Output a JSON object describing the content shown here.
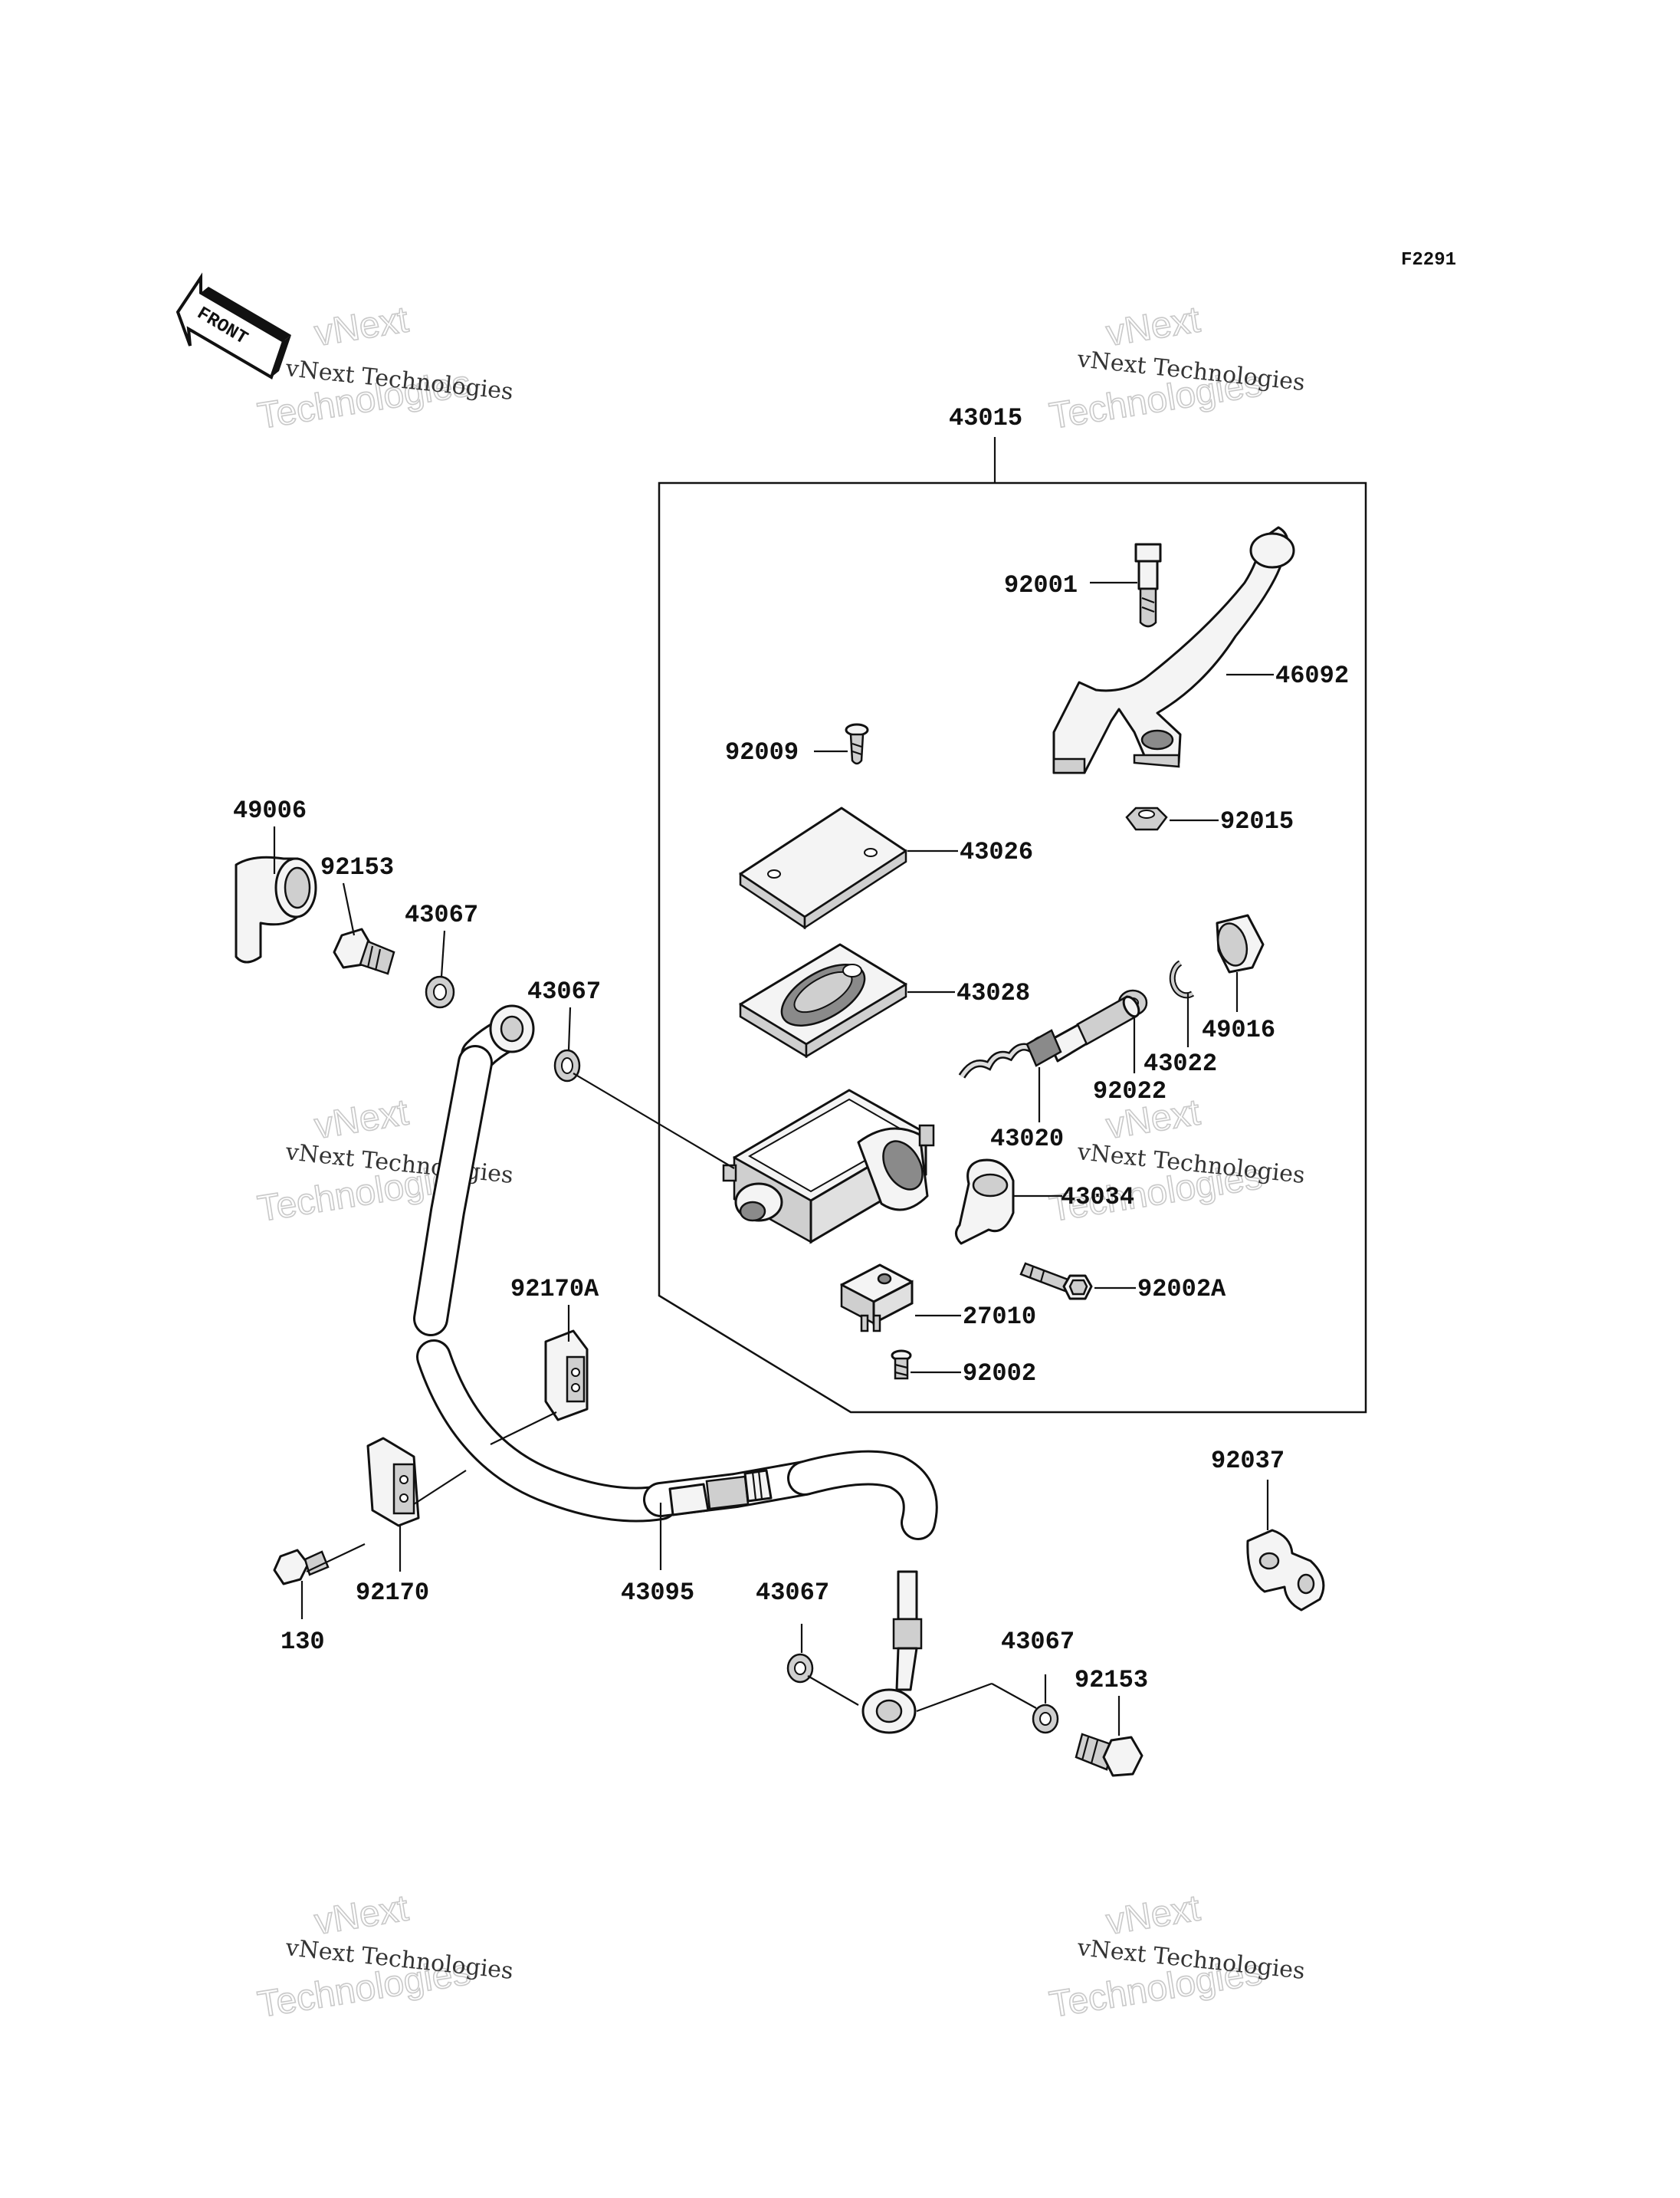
{
  "diagram": {
    "figure_code": "F2291",
    "front_arrow_label": "FRONT",
    "watermark": {
      "line1": "vNext Technologies",
      "line2": "vNext",
      "line3": "Technologies"
    },
    "parts": [
      {
        "id": "p43015",
        "number": "43015"
      },
      {
        "id": "p92001",
        "number": "92001"
      },
      {
        "id": "p46092",
        "number": "46092"
      },
      {
        "id": "p92009",
        "number": "92009"
      },
      {
        "id": "p92015",
        "number": "92015"
      },
      {
        "id": "p43026",
        "number": "43026"
      },
      {
        "id": "p43028",
        "number": "43028"
      },
      {
        "id": "p49016",
        "number": "49016"
      },
      {
        "id": "p43022",
        "number": "43022"
      },
      {
        "id": "p92022",
        "number": "92022"
      },
      {
        "id": "p43020",
        "number": "43020"
      },
      {
        "id": "p43034",
        "number": "43034"
      },
      {
        "id": "p92002A",
        "number": "92002A"
      },
      {
        "id": "p27010",
        "number": "27010"
      },
      {
        "id": "p92002",
        "number": "92002"
      },
      {
        "id": "p49006",
        "number": "49006"
      },
      {
        "id": "p92153a",
        "number": "92153"
      },
      {
        "id": "p43067a",
        "number": "43067"
      },
      {
        "id": "p43067b",
        "number": "43067"
      },
      {
        "id": "p92170A",
        "number": "92170A"
      },
      {
        "id": "p92170",
        "number": "92170"
      },
      {
        "id": "p130",
        "number": "130"
      },
      {
        "id": "p43095",
        "number": "43095"
      },
      {
        "id": "p43067c",
        "number": "43067"
      },
      {
        "id": "p43067d",
        "number": "43067"
      },
      {
        "id": "p92153b",
        "number": "92153"
      },
      {
        "id": "p92037",
        "number": "92037"
      }
    ]
  }
}
